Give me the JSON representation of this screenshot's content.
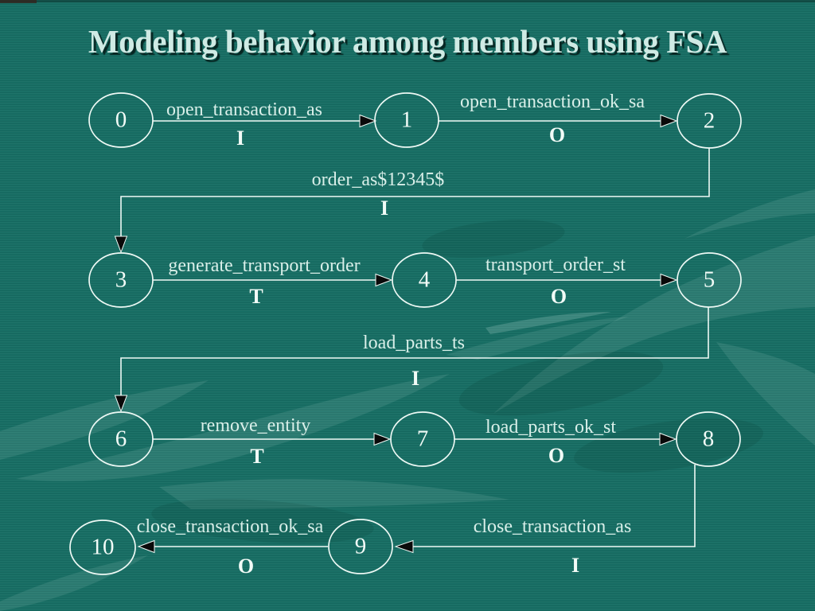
{
  "title": "Modeling behavior among members using FSA",
  "colors": {
    "background": "#176e64",
    "title": "#cfeae4",
    "line": "#eef9f5",
    "label": "#d9efe9",
    "io": "#f2fbf7",
    "arrowhead": "#0a0a0a",
    "watermark": "#c8e8e0"
  },
  "states": [
    {
      "id": "0"
    },
    {
      "id": "1"
    },
    {
      "id": "2"
    },
    {
      "id": "3"
    },
    {
      "id": "4"
    },
    {
      "id": "5"
    },
    {
      "id": "6"
    },
    {
      "id": "7"
    },
    {
      "id": "8"
    },
    {
      "id": "9"
    },
    {
      "id": "10"
    }
  ],
  "transitions": [
    {
      "from": "0",
      "to": "1",
      "label": "open_transaction_as",
      "io": "I"
    },
    {
      "from": "1",
      "to": "2",
      "label": "open_transaction_ok_sa",
      "io": "O"
    },
    {
      "from": "2",
      "to": "3",
      "label": "order_as$12345$",
      "io": "I"
    },
    {
      "from": "3",
      "to": "4",
      "label": "generate_transport_order",
      "io": "T"
    },
    {
      "from": "4",
      "to": "5",
      "label": "transport_order_st",
      "io": "O"
    },
    {
      "from": "5",
      "to": "6",
      "label": "load_parts_ts",
      "io": "I"
    },
    {
      "from": "6",
      "to": "7",
      "label": "remove_entity",
      "io": "T"
    },
    {
      "from": "7",
      "to": "8",
      "label": "load_parts_ok_st",
      "io": "O"
    },
    {
      "from": "8",
      "to": "9",
      "label": "close_transaction_as",
      "io": "I"
    },
    {
      "from": "9",
      "to": "10",
      "label": "close_transaction_ok_sa",
      "io": "O"
    }
  ]
}
